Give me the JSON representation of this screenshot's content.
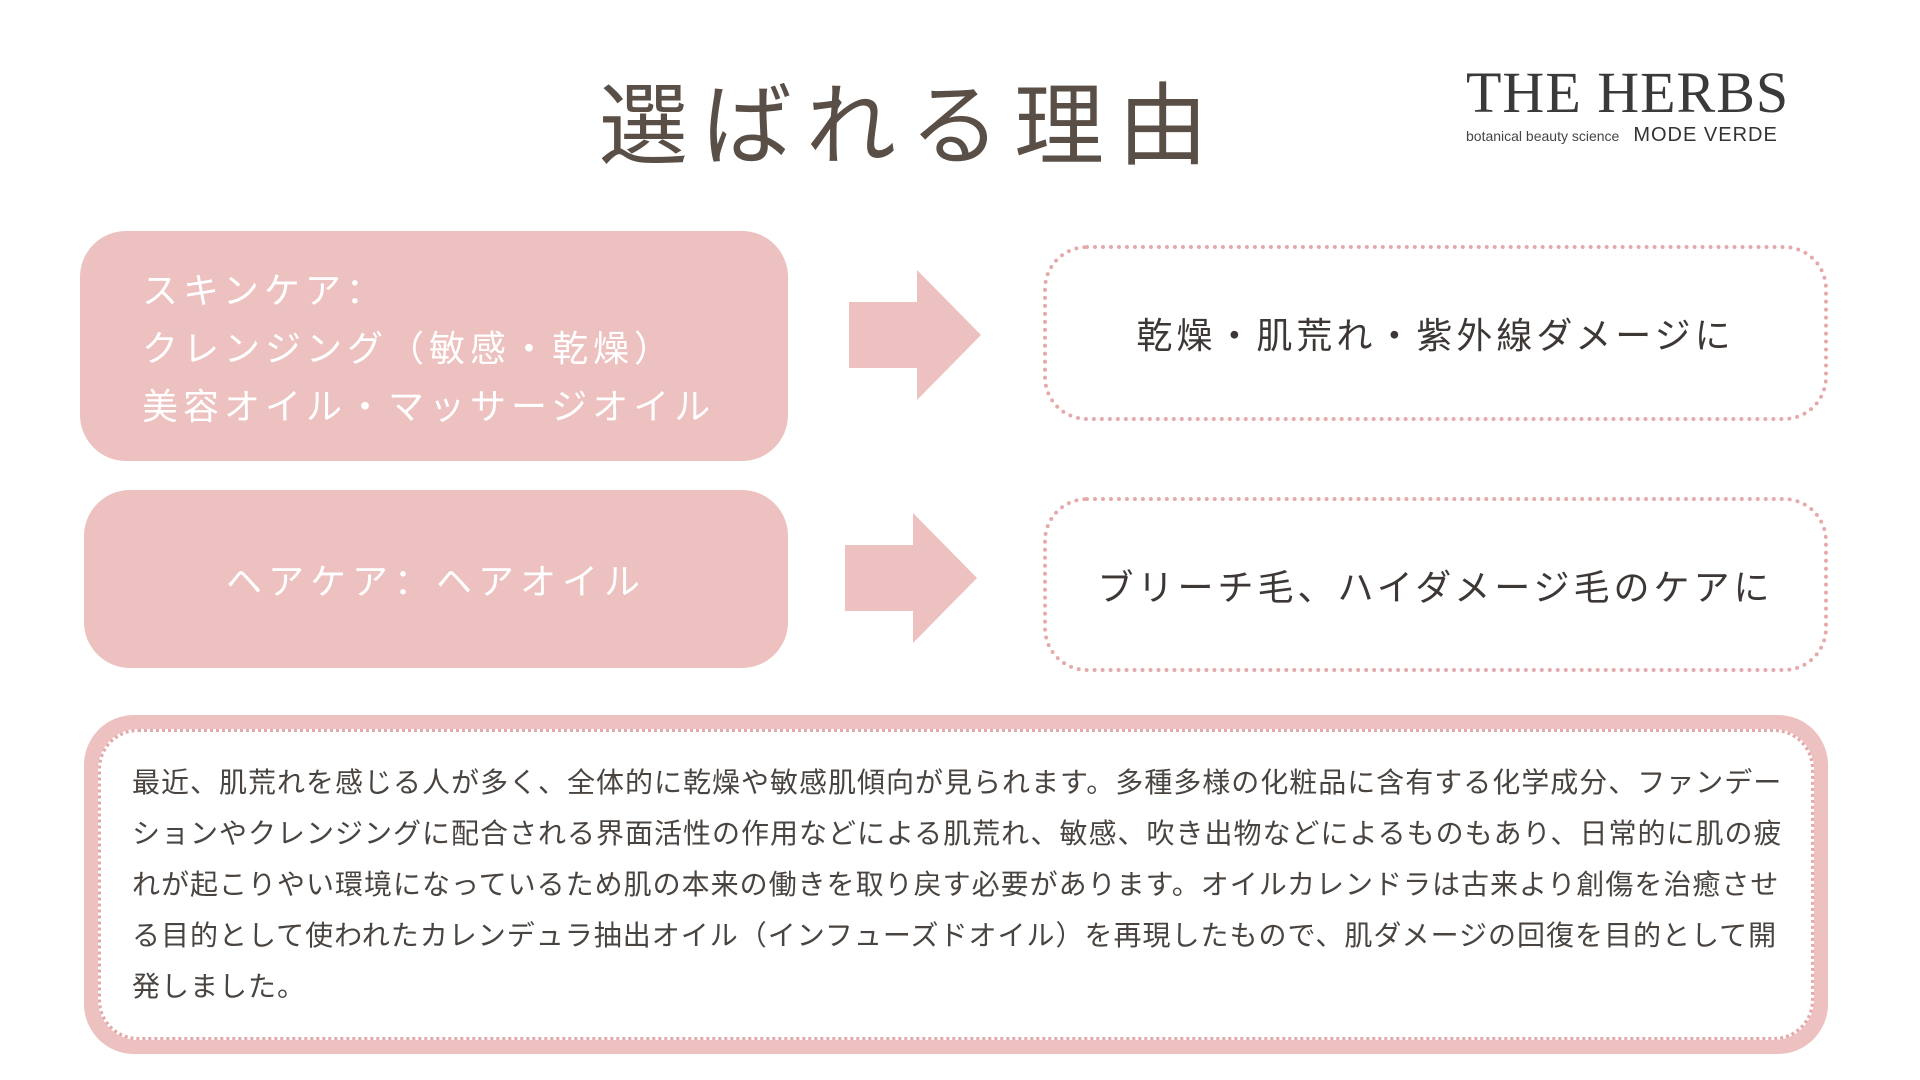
{
  "title": "選ばれる理由",
  "logo": {
    "main": "THE HERBS",
    "tagline": "botanical beauty science",
    "sub": "MODE VERDE"
  },
  "rows": [
    {
      "category_lines": [
        "スキンケア：",
        "クレンジング（敏感・乾燥）",
        "美容オイル・マッサージオイル"
      ],
      "benefit": "乾燥・肌荒れ・紫外線ダメージに"
    },
    {
      "category": "ヘアケア：ヘアオイル",
      "benefit": "ブリーチ毛、ハイダメージ毛のケアに"
    }
  ],
  "description": "最近、肌荒れを感じる人が多く、全体的に乾燥や敏感肌傾向が見られます。多種多様の化粧品に含有する化学成分、ファンデーションやクレンジングに配合される界面活性の作用などによる肌荒れ、敏感、吹き出物などによるものもあり、日常的に肌の疲れが起こりやい環境になっているため肌の本来の働きを取り戻す必要があります。オイルカレンドラは古来より創傷を治癒させる目的として使われたカレンデュラ抽出オイル（インフューズドオイル）を再現したもので、肌ダメージの回復を目的として開発しました。",
  "colors": {
    "pink": "#ecc1bf",
    "dotted": "#e5a9ab",
    "text": "#4a4440"
  }
}
